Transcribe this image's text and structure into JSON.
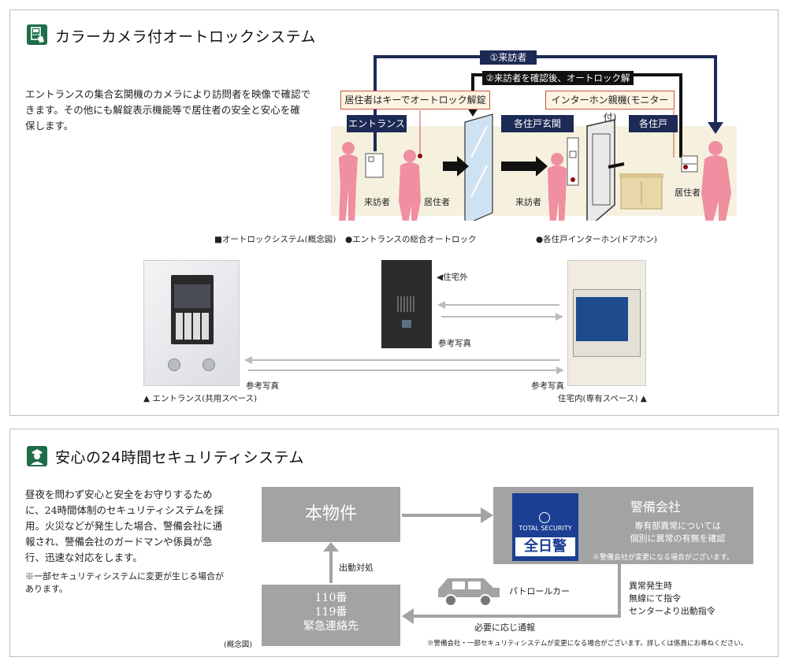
{
  "section1": {
    "title": "カラーカメラ付オートロックシステム",
    "description": [
      "エントランスの集合玄関機のカメラにより訪問者を映像で確認で",
      "きます。その他にも解錠表示機能等で居住者の安全と安心を確",
      "保します。"
    ],
    "flow_labels": {
      "visitor": "①来訪者",
      "confirm": "②来訪者を確認後、オートロック解錠"
    },
    "callouts": {
      "key_unlock": "居住者はキーでオートロック解錠",
      "intercom_monitor": "インターホン親機(モニター付)"
    },
    "zones": {
      "entrance": "エントランス",
      "unit_door": "各住戸玄関",
      "unit": "各住戸"
    },
    "persons": {
      "visitor1": "来訪者",
      "resident1": "居住者",
      "visitor2": "来訪者",
      "resident2": "居住者"
    },
    "captions": {
      "concept": "■オートロックシステム(概念図)",
      "entrance_autolock": "●エントランスの総合オートロック",
      "unit_intercom": "●各住戸インターホン(ドアホン)"
    },
    "photos": {
      "outside": "◀住宅外",
      "ref1": "参考写真",
      "ref2": "参考写真",
      "ref3": "参考写真",
      "entrance_common": "▲ エントランス(共用スペース)",
      "inside_private": "住宅内(専有スペース) ▲"
    }
  },
  "section2": {
    "title": "安心の24時間セキュリティシステム",
    "description": [
      "昼夜を問わず安心と安全をお守りするため",
      "に、24時間体制のセキュリティシステムを採",
      "用。火災などが発生した場合、警備会社に通",
      "報され、警備会社のガードマンや係員が急",
      "行、迅速な対応をします。"
    ],
    "note": [
      "※一部セキュリティシステムに変更が生じる場合が",
      "あります。"
    ],
    "property": "本物件",
    "security_company": "警備会社",
    "company_desc": [
      "専有部異常については",
      "個別に異常の有無を確認"
    ],
    "company_note": "※警備会社が変更になる場合がございます。",
    "logo_text": "全日警",
    "logo_sub": "TOTAL SECURITY",
    "emergency": [
      "110番",
      "119番",
      "緊急連絡先"
    ],
    "dispatch": "出動対処",
    "patrol_car": "パトロールカー",
    "abnormal": [
      "異常発生時",
      "無線にて指令",
      "センターより出動指令"
    ],
    "report": "必要に応じ通報",
    "concept": "(概念図)",
    "footnote": "※警備会社・一部セキュリティシステムが変更になる場合がございます。詳しくは係員にお尋ねください。"
  },
  "colors": {
    "accent_green": "#1f6e4a",
    "navy": "#1c2a55",
    "pink": "#ef8fa0",
    "gray": "#a3a3a3"
  }
}
